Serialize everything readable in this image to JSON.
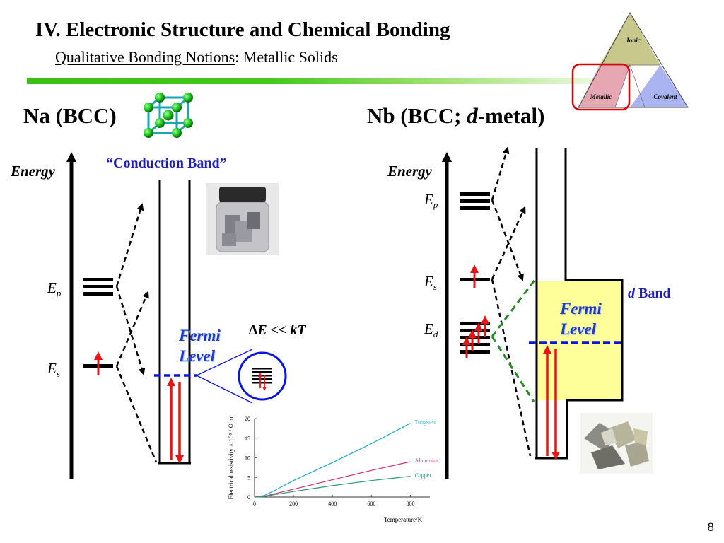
{
  "slide": {
    "title": "IV. Electronic Structure and Chemical Bonding",
    "subtitle_underlined": "Qualitative Bonding Notions",
    "subtitle_rest": ": Metallic Solids",
    "page_number": "8"
  },
  "triangle": {
    "top": "Ionic",
    "left": "Metallic",
    "right": "Covalent",
    "highlighted": "Metallic",
    "colors": {
      "ionic": "#c8c88c",
      "metallic": "#e6a6b2",
      "covalent": "#aab4f0",
      "highlight_box": "#e00000"
    }
  },
  "na_panel": {
    "heading": "Na (BCC)",
    "energy_label": "Energy",
    "conduction_band_label": "“Conduction Band”",
    "ep_main": "E",
    "ep_sub": "p",
    "es_main": "E",
    "es_sub": "s",
    "fermi_line1": "Fermi",
    "fermi_line2": "Level",
    "delta_e": "∆E << kT"
  },
  "nb_panel": {
    "heading_pre": "Nb (BCC; ",
    "heading_ital": "d",
    "heading_post": "-metal)",
    "energy_label": "Energy",
    "ep_main": "E",
    "ep_sub": "p",
    "es_main": "E",
    "es_sub": "s",
    "ed_main": "E",
    "ed_sub": "d",
    "fermi_line1": "Fermi",
    "fermi_line2": "Level",
    "d_band_ital": "d",
    "d_band_rest": " Band"
  },
  "colors": {
    "arrow_red": "#e61414",
    "fermi_blue": "#0a14dc",
    "d_band_fill": "#ffff99",
    "green_dash": "#2a8a2a"
  },
  "chart_data": {
    "type": "line",
    "xlabel": "Temperature/K",
    "ylabel": "Electrical resistivity × 10⁸ / Ω m",
    "xlim": [
      0,
      900
    ],
    "ylim": [
      0,
      20
    ],
    "xticks": [
      0,
      200,
      400,
      600,
      800
    ],
    "yticks": [
      0,
      5,
      10,
      15,
      20
    ],
    "series": [
      {
        "name": "Tungsten",
        "color": "#1aa8c8",
        "points": [
          [
            0,
            0
          ],
          [
            50,
            0.4
          ],
          [
            100,
            1.6
          ],
          [
            200,
            4.2
          ],
          [
            400,
            8.8
          ],
          [
            600,
            13.6
          ],
          [
            800,
            18.8
          ]
        ]
      },
      {
        "name": "Aluminium",
        "color": "#d0307a",
        "points": [
          [
            0,
            0
          ],
          [
            50,
            0.2
          ],
          [
            100,
            0.8
          ],
          [
            200,
            2.0
          ],
          [
            400,
            4.4
          ],
          [
            600,
            6.8
          ],
          [
            800,
            9.0
          ]
        ]
      },
      {
        "name": "Copper",
        "color": "#2a9a6a",
        "points": [
          [
            0,
            0
          ],
          [
            50,
            0.1
          ],
          [
            100,
            0.6
          ],
          [
            200,
            1.4
          ],
          [
            400,
            2.9
          ],
          [
            600,
            4.2
          ],
          [
            800,
            5.3
          ]
        ]
      }
    ]
  }
}
